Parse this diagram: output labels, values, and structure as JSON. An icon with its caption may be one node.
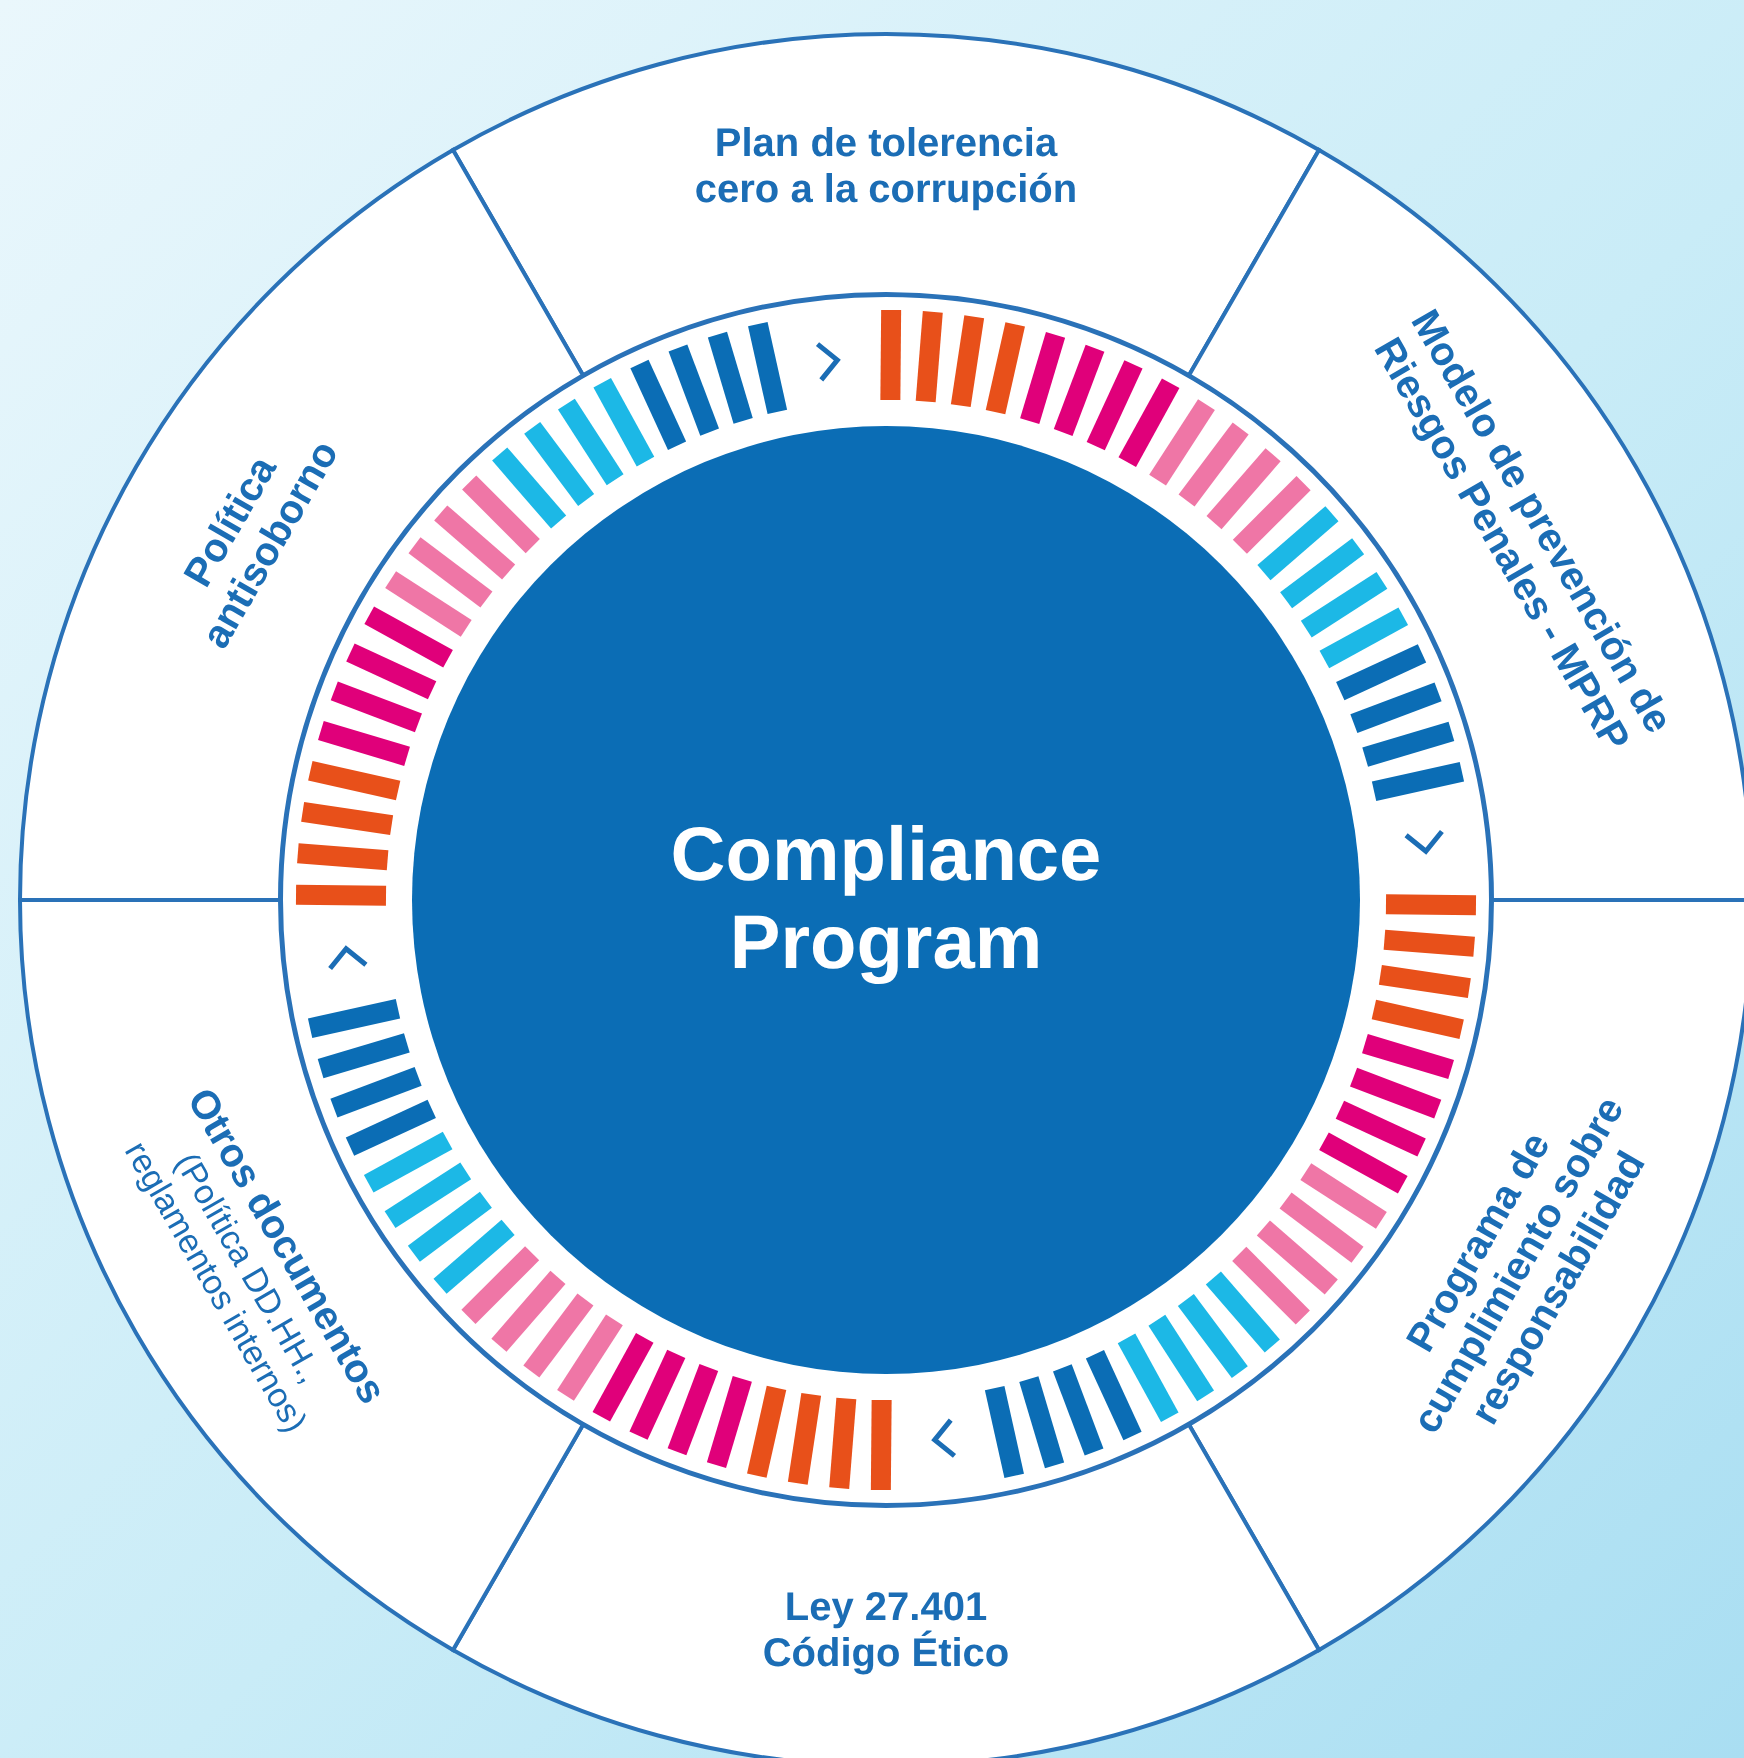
{
  "diagram": {
    "nodes": [
      {
        "text": [
          "Compliance Program"
        ]
      },
      {
        "text": [
          "Plan de tolerencia cero a la corrupción"
        ]
      },
      {
        "text": [
          "Modelo de prevención de Riesgos Penales - MPRP"
        ]
      },
      {
        "text": [
          "Programa de cumplimiento sobre responsabilidad"
        ]
      },
      {
        "text": [
          "Ley 27.401 Código Ético"
        ]
      },
      {
        "text": [
          "Otros documentos",
          "(Política DD.HH., reglamentos internos)"
        ]
      },
      {
        "text": [
          "Política antisoborno"
        ]
      }
    ]
  }
}
